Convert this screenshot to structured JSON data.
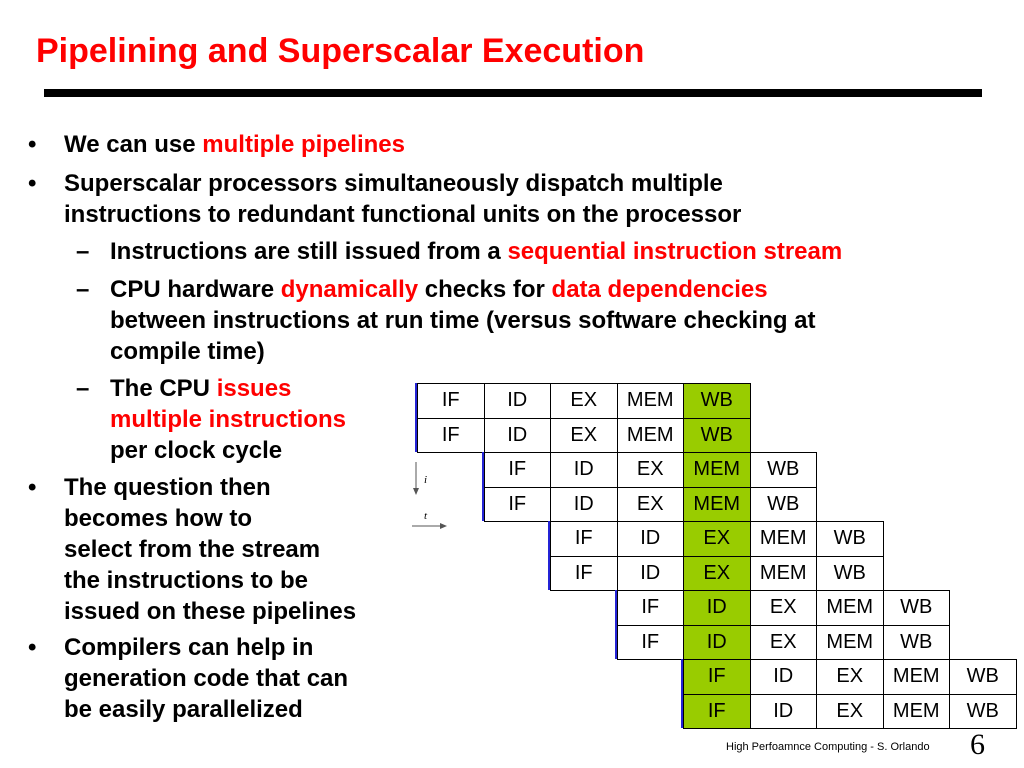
{
  "slide": {
    "title": "Pipelining and Superscalar Execution",
    "footer": "High Perfoamnce Computing - S. Orlando",
    "page_number": "6"
  },
  "bullets": {
    "b1": {
      "pre": "We can use ",
      "red": "multiple pipelines"
    },
    "b2": {
      "line1": "Superscalar processors simultaneously dispatch multiple",
      "line2": "instructions to redundant functional units on the processor"
    },
    "s1": {
      "pre": "Instructions are still issued from a ",
      "red": "sequential instruction stream"
    },
    "s2": {
      "pre": "CPU hardware ",
      "red1": "dynamically",
      "mid": " checks for ",
      "red2": "data dependencies",
      "line2": "between instructions at run time (versus software checking at",
      "line3": "compile time)"
    },
    "s3": {
      "pre": "The CPU ",
      "red1": "issues",
      "red2": "multiple instructions",
      "line3": "per clock cycle"
    },
    "b3": {
      "line1": "The question then",
      "line2": "becomes how to",
      "line3": "select from the stream",
      "line4": "the instructions to be",
      "line5": "issued on these pipelines"
    },
    "b4": {
      "line1": "Compilers can help in",
      "line2": "generation code that can",
      "line3": "be easily parallelized"
    }
  },
  "markers": {
    "bullet": "•",
    "dash": "–"
  },
  "pipeline_diagram": {
    "axis_i": "i",
    "axis_t": "t",
    "highlight_color": "#99cc00",
    "rows": [
      {
        "start": 0,
        "stages": [
          "IF",
          "ID",
          "EX",
          "MEM",
          "WB"
        ]
      },
      {
        "start": 0,
        "stages": [
          "IF",
          "ID",
          "EX",
          "MEM",
          "WB"
        ]
      },
      {
        "start": 1,
        "stages": [
          "IF",
          "ID",
          "EX",
          "MEM",
          "WB"
        ]
      },
      {
        "start": 1,
        "stages": [
          "IF",
          "ID",
          "EX",
          "MEM",
          "WB"
        ]
      },
      {
        "start": 2,
        "stages": [
          "IF",
          "ID",
          "EX",
          "MEM",
          "WB"
        ]
      },
      {
        "start": 2,
        "stages": [
          "IF",
          "ID",
          "EX",
          "MEM",
          "WB"
        ]
      },
      {
        "start": 3,
        "stages": [
          "IF",
          "ID",
          "EX",
          "MEM",
          "WB"
        ]
      },
      {
        "start": 3,
        "stages": [
          "IF",
          "ID",
          "EX",
          "MEM",
          "WB"
        ]
      },
      {
        "start": 4,
        "stages": [
          "IF",
          "ID",
          "EX",
          "MEM",
          "WB"
        ]
      },
      {
        "start": 4,
        "stages": [
          "IF",
          "ID",
          "EX",
          "MEM",
          "WB"
        ]
      }
    ],
    "highlight_column": 4
  }
}
